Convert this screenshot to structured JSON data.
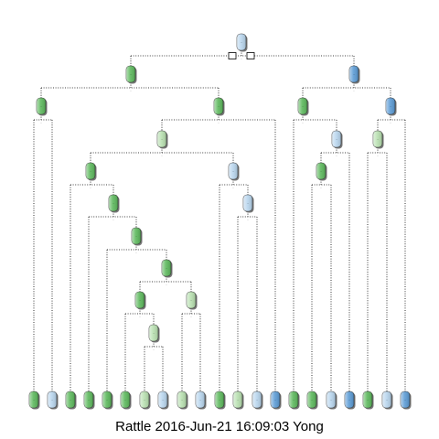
{
  "caption": "Rattle 2016-Jun-21 16:09:03 Yong",
  "node_text": "...",
  "colors": {
    "green_dark": "#5cb85c",
    "green_light": "#b8e0b0",
    "blue_dark": "#5b9bd5",
    "blue_light": "#b9d6ee",
    "edge": "#000000"
  },
  "tree": {
    "id": "n0",
    "shade": "blue_light",
    "children": [
      {
        "id": "n1",
        "shade": "green_dark",
        "children": [
          {
            "id": "n3",
            "shade": "green_dark",
            "children": [
              {
                "id": "L1",
                "shade": "green_dark"
              },
              {
                "id": "L2",
                "shade": "blue_light"
              }
            ]
          },
          {
            "id": "n4",
            "shade": "green_dark",
            "children": [
              {
                "id": "n5",
                "shade": "green_light",
                "children": [
                  {
                    "id": "n7",
                    "shade": "green_dark",
                    "children": [
                      {
                        "id": "L3",
                        "shade": "green_dark"
                      },
                      {
                        "id": "n8",
                        "shade": "green_dark",
                        "children": [
                          {
                            "id": "L4",
                            "shade": "green_dark"
                          },
                          {
                            "id": "n9",
                            "shade": "green_dark",
                            "children": [
                              {
                                "id": "L5",
                                "shade": "green_dark"
                              },
                              {
                                "id": "n10",
                                "shade": "green_dark",
                                "children": [
                                  {
                                    "id": "n11",
                                    "shade": "green_dark",
                                    "children": [
                                      {
                                        "id": "L6",
                                        "shade": "green_dark"
                                      },
                                      {
                                        "id": "n12",
                                        "shade": "green_light",
                                        "children": [
                                          {
                                            "id": "L7",
                                            "shade": "green_light"
                                          },
                                          {
                                            "id": "L8",
                                            "shade": "blue_light"
                                          }
                                        ]
                                      }
                                    ]
                                  },
                                  {
                                    "id": "n13",
                                    "shade": "green_light",
                                    "children": [
                                      {
                                        "id": "L9",
                                        "shade": "green_light"
                                      },
                                      {
                                        "id": "L10",
                                        "shade": "blue_light"
                                      }
                                    ]
                                  }
                                ]
                              }
                            ]
                          }
                        ]
                      }
                    ]
                  },
                  {
                    "id": "n14",
                    "shade": "blue_light",
                    "children": [
                      {
                        "id": "L11",
                        "shade": "green_dark"
                      },
                      {
                        "id": "n15",
                        "shade": "blue_light",
                        "children": [
                          {
                            "id": "L12",
                            "shade": "green_light"
                          },
                          {
                            "id": "L13",
                            "shade": "blue_light"
                          }
                        ]
                      }
                    ]
                  }
                ]
              },
              {
                "id": "L14",
                "shade": "blue_dark"
              }
            ]
          }
        ]
      },
      {
        "id": "n2",
        "shade": "blue_dark",
        "children": [
          {
            "id": "n16",
            "shade": "green_dark",
            "children": [
              {
                "id": "L15",
                "shade": "green_dark"
              },
              {
                "id": "n17",
                "shade": "blue_light",
                "children": [
                  {
                    "id": "n18",
                    "shade": "green_dark",
                    "children": [
                      {
                        "id": "L16",
                        "shade": "green_dark"
                      },
                      {
                        "id": "L17",
                        "shade": "blue_light"
                      }
                    ]
                  },
                  {
                    "id": "L18",
                    "shade": "blue_dark"
                  }
                ]
              }
            ]
          },
          {
            "id": "n19",
            "shade": "blue_dark",
            "children": [
              {
                "id": "n20",
                "shade": "green_light",
                "children": [
                  {
                    "id": "L19",
                    "shade": "green_dark"
                  },
                  {
                    "id": "L20",
                    "shade": "blue_light"
                  }
                ]
              },
              {
                "id": "L21",
                "shade": "blue_dark"
              }
            ]
          }
        ]
      }
    ]
  }
}
